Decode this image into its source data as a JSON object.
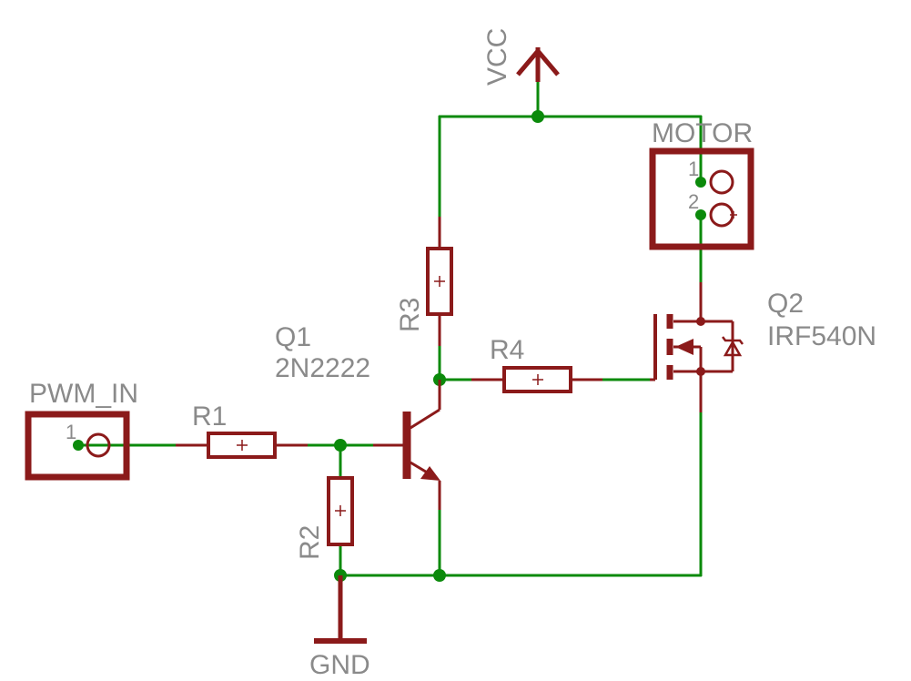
{
  "labels": {
    "vcc": "VCC",
    "gnd": "GND",
    "motor": "MOTOR",
    "pwm_in": "PWM_IN",
    "r1": "R1",
    "r2": "R2",
    "r3": "R3",
    "r4": "R4",
    "q1_name": "Q1",
    "q1_part": "2N2222",
    "q2_name": "Q2",
    "q2_part": "IRF540N"
  },
  "pins": {
    "motor_1": "1",
    "motor_2": "2",
    "pwm_1": "1"
  },
  "colors": {
    "wire": "#0b8a0b",
    "component": "#8b1a1a",
    "text": "#8a8a8a"
  }
}
